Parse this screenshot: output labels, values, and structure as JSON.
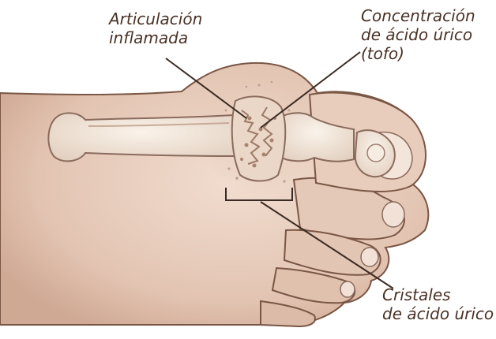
{
  "labels": {
    "inflamed_joint": [
      "Articulación",
      "inflamada"
    ],
    "tophus": [
      "Concentración",
      "de ácido úrico",
      "(tofo)"
    ],
    "crystals": [
      "Cristales",
      "de ácido úrico"
    ]
  },
  "colors": {
    "skin": "#e8cfc0",
    "skin_shadow": "#c9a48f",
    "outline": "#7a5645",
    "bone": "#efe3d6",
    "bone_outline": "#8a6b5c",
    "crystal_deposit": "#b08d7a",
    "leader_line": "#3a2a22",
    "text": "#4a3126"
  }
}
